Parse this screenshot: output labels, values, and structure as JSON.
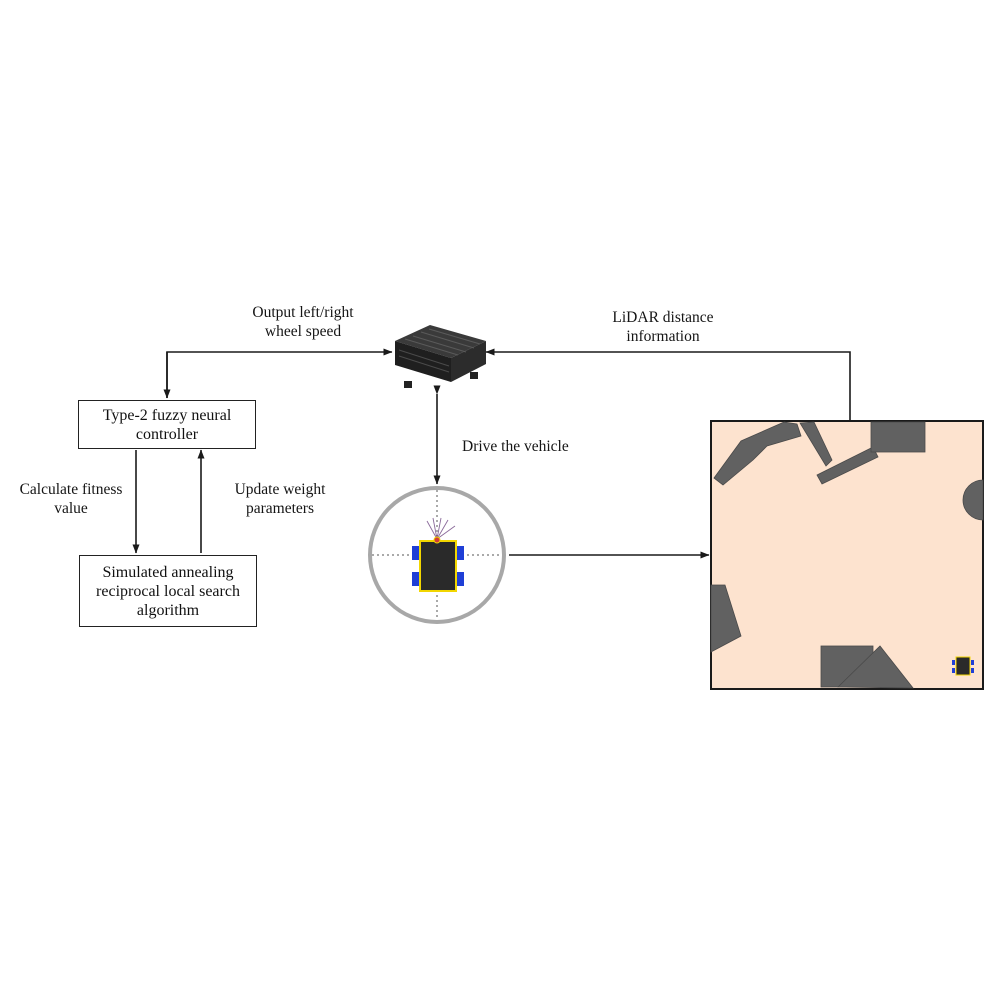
{
  "nodes": {
    "controller": "Type-2 fuzzy neural\ncontroller",
    "algorithm": "Simulated annealing\nreciprocal local search\nalgorithm"
  },
  "edges": {
    "output_wheel_speed": "Output left/right\nwheel speed",
    "lidar_distance": "LiDAR distance\ninformation",
    "drive_vehicle": "Drive the vehicle",
    "calculate_fitness": "Calculate fitness\nvalue",
    "update_weights": "Update weight\nparameters"
  },
  "colors": {
    "line": "#1a1a1a",
    "map_floor": "#fde3cf",
    "obstacle": "#616161",
    "robot_body": "#2a2a2a",
    "robot_outline": "#f2d600",
    "robot_wheel": "#1f3fd6",
    "hardware_dark": "#2b2b2b"
  },
  "icons": {
    "hardware": "lidar-compute-box-icon",
    "robot_view": "robot-topview-icon",
    "map": "environment-map-icon"
  }
}
